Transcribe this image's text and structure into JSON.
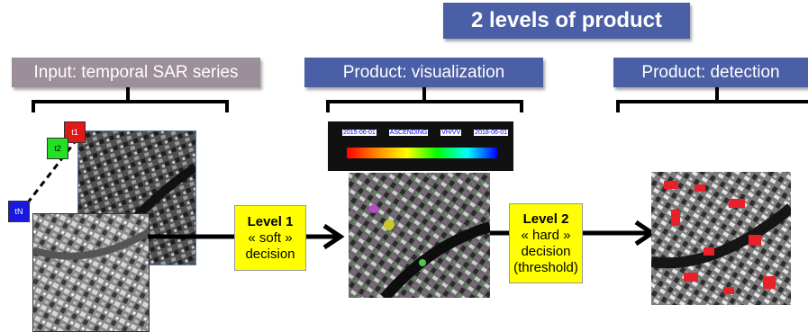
{
  "title": "2 levels of product",
  "headers": {
    "input": "Input: temporal SAR series",
    "visualization": "Product: visualization",
    "detection": "Product: detection"
  },
  "time_badges": {
    "t1": "t1",
    "t2": "t2",
    "tn": "tN"
  },
  "level1": {
    "title": "Level 1",
    "line1": "« soft »",
    "line2": "decision"
  },
  "level2": {
    "title": "Level 2",
    "line1": "« hard »",
    "line2": "decision",
    "line3": "(threshold)"
  },
  "legend": {
    "start_date": "2015-06-01",
    "orbit": "ASCENDING",
    "polarization": "VH/VV",
    "end_date": "2018-06-01"
  },
  "colors": {
    "title_bg": "#4a5fa6",
    "input_bg": "#9c8f9a",
    "level_bg": "#ffff00",
    "t1": "#e01818",
    "t2": "#22e022",
    "tn": "#1818e0"
  }
}
